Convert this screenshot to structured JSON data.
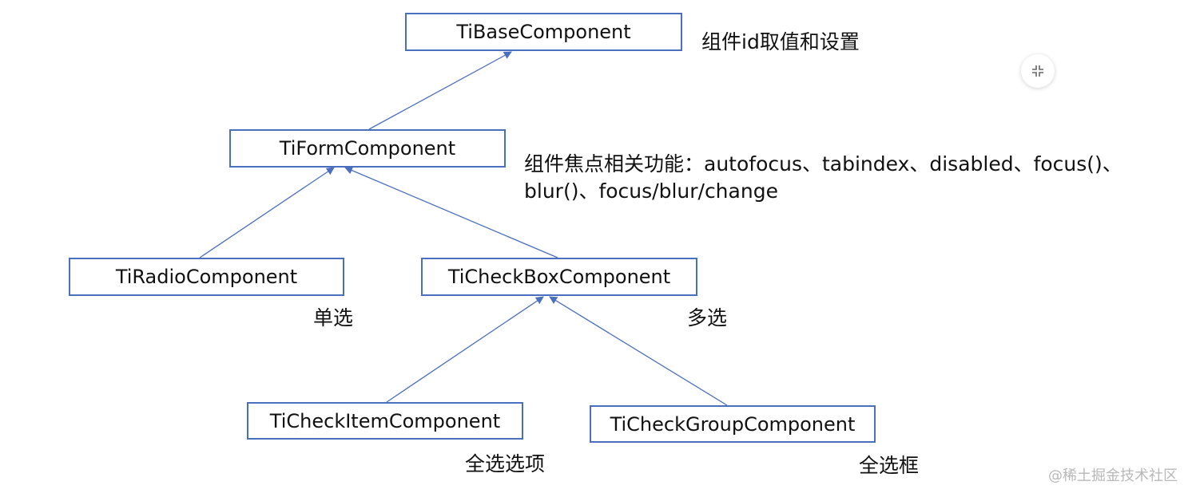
{
  "colors": {
    "node_border": "#4a6fbf",
    "edge": "#4a6fbf",
    "text": "#111111",
    "watermark": "#b8b8b8"
  },
  "nodes": {
    "base": "TiBaseComponent",
    "form": "TiFormComponent",
    "radio": "TiRadioComponent",
    "checkbox": "TiCheckBoxComponent",
    "checkitem": "TiCheckItemComponent",
    "checkgroup": "TiCheckGroupComponent"
  },
  "notes": {
    "base": "组件id取值和设置",
    "form_line1": "组件焦点相关功能：autofocus、tabindex、disabled、focus()、",
    "form_line2": "blur()、focus/blur/change",
    "radio": "单选",
    "checkbox": "多选",
    "checkitem": "全选选项",
    "checkgroup": "全选框"
  },
  "overlay": {
    "icon": "collapse-icon"
  },
  "watermark": "@稀土掘金技术社区"
}
